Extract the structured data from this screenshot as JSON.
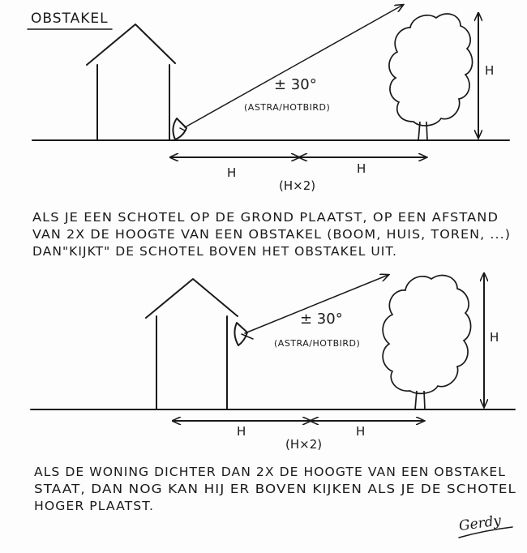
{
  "title": "OBSTAKEL",
  "diagram1": {
    "angle_label": "± 30°",
    "satellite_label": "(ASTRA/HOTBIRD)",
    "height_label": "H",
    "distance_left_label": "H",
    "distance_right_label": "H",
    "total_distance_label": "(H×2)"
  },
  "caption1": [
    "ALS JE EEN SCHOTEL OP DE GROND PLAATST, OP EEN AFSTAND",
    "VAN 2X DE HOOGTE VAN EEN OBSTAKEL (BOOM, HUIS, TOREN, ...)",
    "DAN\"KIJKT\" DE SCHOTEL BOVEN HET OBSTAKEL UIT."
  ],
  "diagram2": {
    "angle_label": "± 30°",
    "satellite_label": "(ASTRA/HOTBIRD)",
    "height_label": "H",
    "distance_left_label": "H",
    "distance_right_label": "H",
    "total_distance_label": "(H×2)"
  },
  "caption2": [
    "ALS DE WONING DICHTER DAN 2X DE HOOGTE VAN EEN OBSTAKEL",
    "STAAT, DAN NOG KAN HIJ ER BOVEN KIJKEN ALS JE DE SCHOTEL",
    "HOGER PLAATST."
  ],
  "signature": "Gerdy"
}
